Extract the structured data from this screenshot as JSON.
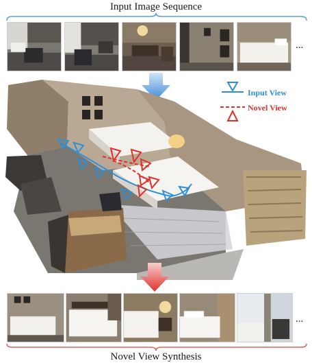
{
  "top_title": "Input Image Sequence",
  "bottom_title": "Novel View Synthesis",
  "ellipsis": "...",
  "legend": {
    "input_view": "Input View",
    "novel_view": "Novel View"
  },
  "colors": {
    "input_view": "#2e8fd6",
    "novel_view": "#e0302a",
    "arrow_top": "#4a90d9",
    "arrow_bottom": "#e24c4c",
    "brace_top": "#5aa0d8",
    "brace_bottom": "#e06060"
  },
  "input_thumbnails": [
    "hotel-room-view-1",
    "hotel-room-view-2",
    "hotel-room-view-3",
    "hotel-room-view-4",
    "hotel-room-view-5"
  ],
  "novel_thumbnails": [
    "novel-view-1",
    "novel-view-2",
    "novel-view-3",
    "novel-view-4",
    "novel-view-5"
  ]
}
